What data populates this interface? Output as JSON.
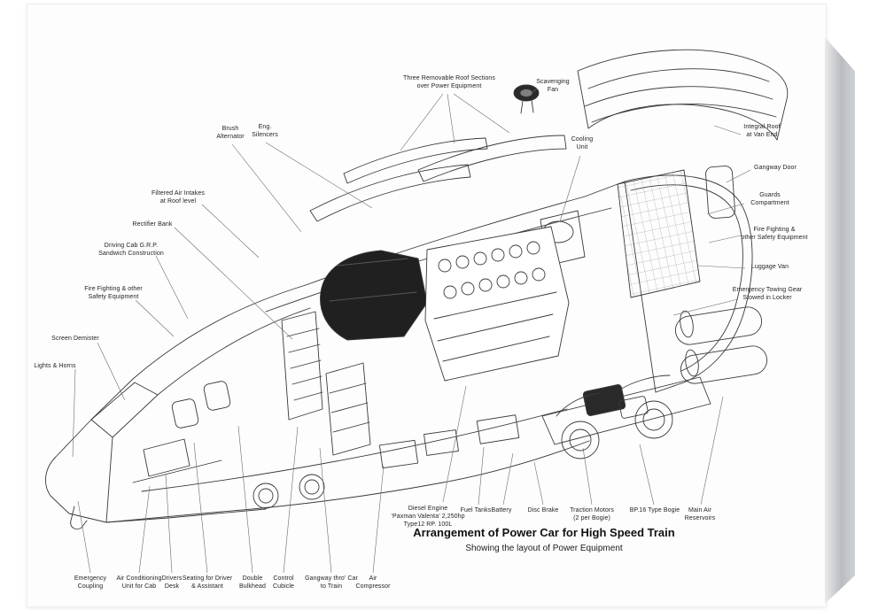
{
  "title_block": {
    "title": "Arrangement of Power Car for High Speed Train",
    "subtitle": "Showing the layout of Power Equipment"
  },
  "labels": {
    "roof_sections": "Three Removable Roof Sections\nover Power Equipment",
    "scavenging_fan": "Scavenging\nFan",
    "brush_alternator": "Brush\nAlternator",
    "eng_silencers": "Eng.\nSilencers",
    "cooling_unit": "Cooling\nUnit",
    "integral_roof": "Integral Roof\nat Van End",
    "gangway_door": "Gangway Door",
    "guards_compartment": "Guards\nCompartment",
    "fire_fighting_right": "Fire Fighting &\nother Safety Equipment",
    "luggage_van": "Luggage Van",
    "emergency_towing": "Emergency Towing Gear\nStowed in Locker",
    "filtered_air_intakes": "Filtered Air Intakes\nat Roof level",
    "rectifier_bank": "Rectifier Bank",
    "driving_cab": "Driving Cab G.R.P.\nSandwich Construction",
    "fire_fighting_left": "Fire Fighting & other\nSafety Equipment",
    "screen_demister": "Screen Demister",
    "lights_horns": "Lights & Horns",
    "diesel_engine": "Diesel Engine\n‘Paxman Valenta’ 2,250hp\nType12 RP. 100L",
    "fuel_tanks": "Fuel Tanks",
    "battery": "Battery",
    "disc_brake": "Disc Brake",
    "traction_motors": "Traction Motors\n(2 per Bogie)",
    "bp16_bogie": "BP.16 Type Bogie",
    "main_air_reservoirs": "Main Air\nReservoirs",
    "emergency_coupling": "Emergency\nCoupling",
    "air_conditioning": "Air Conditioning\nUnit for Cab",
    "drivers_desk": "Drivers\nDesk",
    "seating": "Seating for Driver\n& Assistant",
    "double_bulkhead": "Double\nBulkhead",
    "control_cubicle": "Control\nCubicle",
    "gangway_thro": "Gangway  thro’ Car\nto Train",
    "air_compressor": "Air\nCompressor"
  },
  "colors": {
    "ink": "#3a3a3a",
    "canvas_edge": "#b9bcc0"
  }
}
